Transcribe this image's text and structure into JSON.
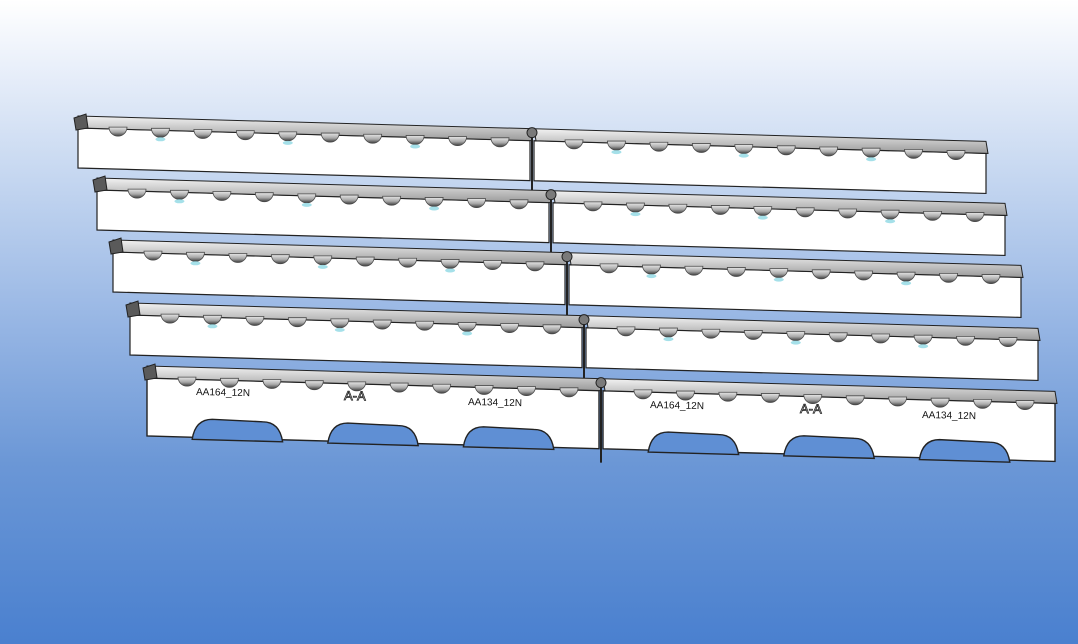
{
  "scene": {
    "background_top": "#ffffff",
    "background_bottom": "#4a80cf",
    "part_fill": "#ffffff",
    "edge_color": "#222222",
    "bump_color": "#bcbcbc",
    "bump_shadow": "#4a4a4a",
    "accent_cyan": "#8fd8e4"
  },
  "labels": {
    "left_part_a": "AA164_12N",
    "left_section": "A-A",
    "left_part_b": "AA134_12N",
    "right_part_a": "AA164_12N",
    "right_section": "A-A",
    "right_part_b": "AA134_12N"
  },
  "model": {
    "rows": 5,
    "panels_per_row": 2,
    "bumps_per_panel": 10
  }
}
